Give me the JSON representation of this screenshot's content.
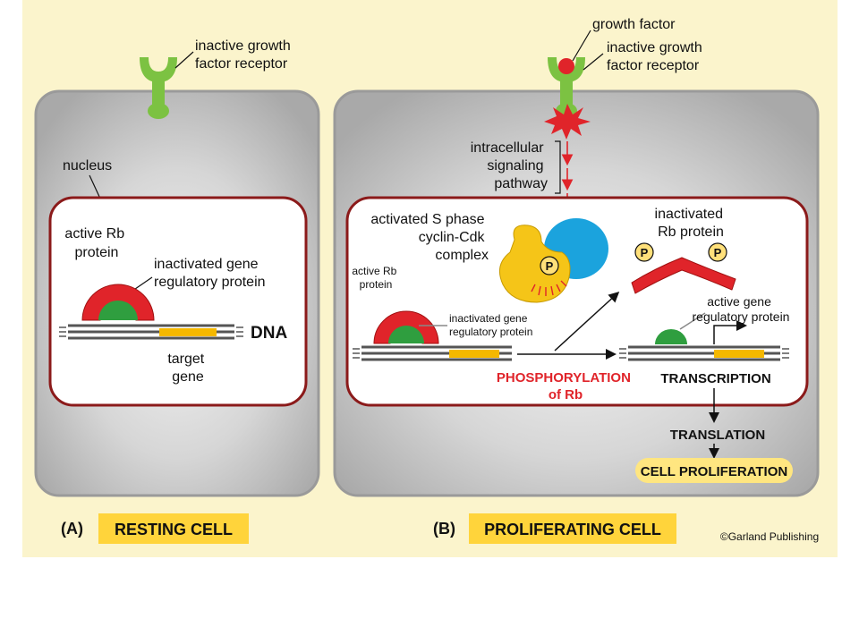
{
  "panelA": {
    "receptor_label": [
      "inactive growth",
      "factor receptor"
    ],
    "nucleus_label": "nucleus",
    "rb_label": [
      "active Rb",
      "protein"
    ],
    "gene_reg_label": [
      "inactivated gene",
      "regulatory protein"
    ],
    "dna_label": "DNA",
    "target_gene_label": [
      "target",
      "gene"
    ],
    "letter": "(A)",
    "caption": "RESTING CELL"
  },
  "panelB": {
    "growth_factor_label": "growth factor",
    "receptor_label": [
      "inactive growth",
      "factor receptor"
    ],
    "signaling_label": [
      "intracellular",
      "signaling",
      "pathway"
    ],
    "cyclin_label": [
      "activated S phase",
      "cyclin-Cdk",
      "complex"
    ],
    "phospho_symbol": "P",
    "inactivated_rb_label": [
      "inactivated",
      "Rb protein"
    ],
    "rb_small_label": [
      "active Rb",
      "protein"
    ],
    "gene_reg_small_label": [
      "inactivated gene",
      "regulatory protein"
    ],
    "active_gene_label": [
      "active gene",
      "regulatory protein"
    ],
    "phosphorylation_label": [
      "PHOSPHORYLATION",
      "of Rb"
    ],
    "transcription_label": "TRANSCRIPTION",
    "translation_label": "TRANSLATION",
    "proliferation_label": "CELL PROLIFERATION",
    "letter": "(B)",
    "caption": "PROLIFERATING CELL"
  },
  "copyright": "©Garland Publishing",
  "colors": {
    "background": "#fbf4cc",
    "cell_fill": "#bdbdbd",
    "cell_border": "#9a9a9a",
    "nucleus_border": "#8b1a1a",
    "receptor": "#7cc242",
    "rb_protein": "#e0242a",
    "gene_reg_protein": "#2f9e3f",
    "cyclin": "#f5c518",
    "cdk": "#1ba3dd",
    "caption_bg": "#ffd43b",
    "phospho_label": "#e0242a"
  }
}
